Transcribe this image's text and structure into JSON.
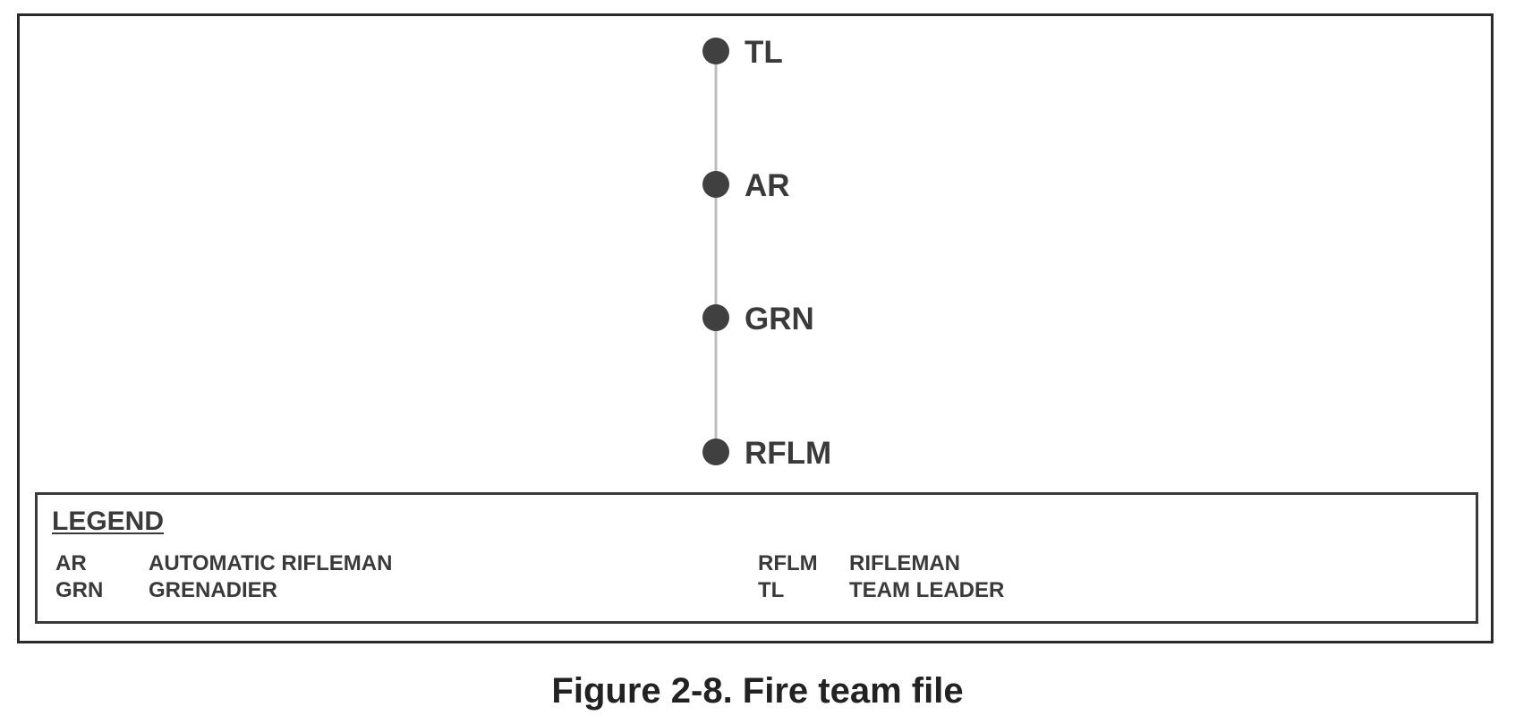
{
  "diagram": {
    "nodes": [
      {
        "id": "TL",
        "label": "TL"
      },
      {
        "id": "AR",
        "label": "AR"
      },
      {
        "id": "GRN",
        "label": "GRN"
      },
      {
        "id": "RFLM",
        "label": "RFLM"
      }
    ],
    "connector": "file-line"
  },
  "legend": {
    "title": "LEGEND",
    "entries": [
      {
        "abbr": "AR",
        "meaning": "AUTOMATIC RIFLEMAN"
      },
      {
        "abbr": "GRN",
        "meaning": "GRENADIER"
      },
      {
        "abbr": "RFLM",
        "meaning": "RIFLEMAN"
      },
      {
        "abbr": "TL",
        "meaning": "TEAM LEADER"
      }
    ]
  },
  "caption": "Figure 2-8. Fire team file",
  "colors": {
    "node": "#404040",
    "line": "#bdbdbd",
    "text": "#3a3a3a",
    "border": "#2a2a2a"
  }
}
